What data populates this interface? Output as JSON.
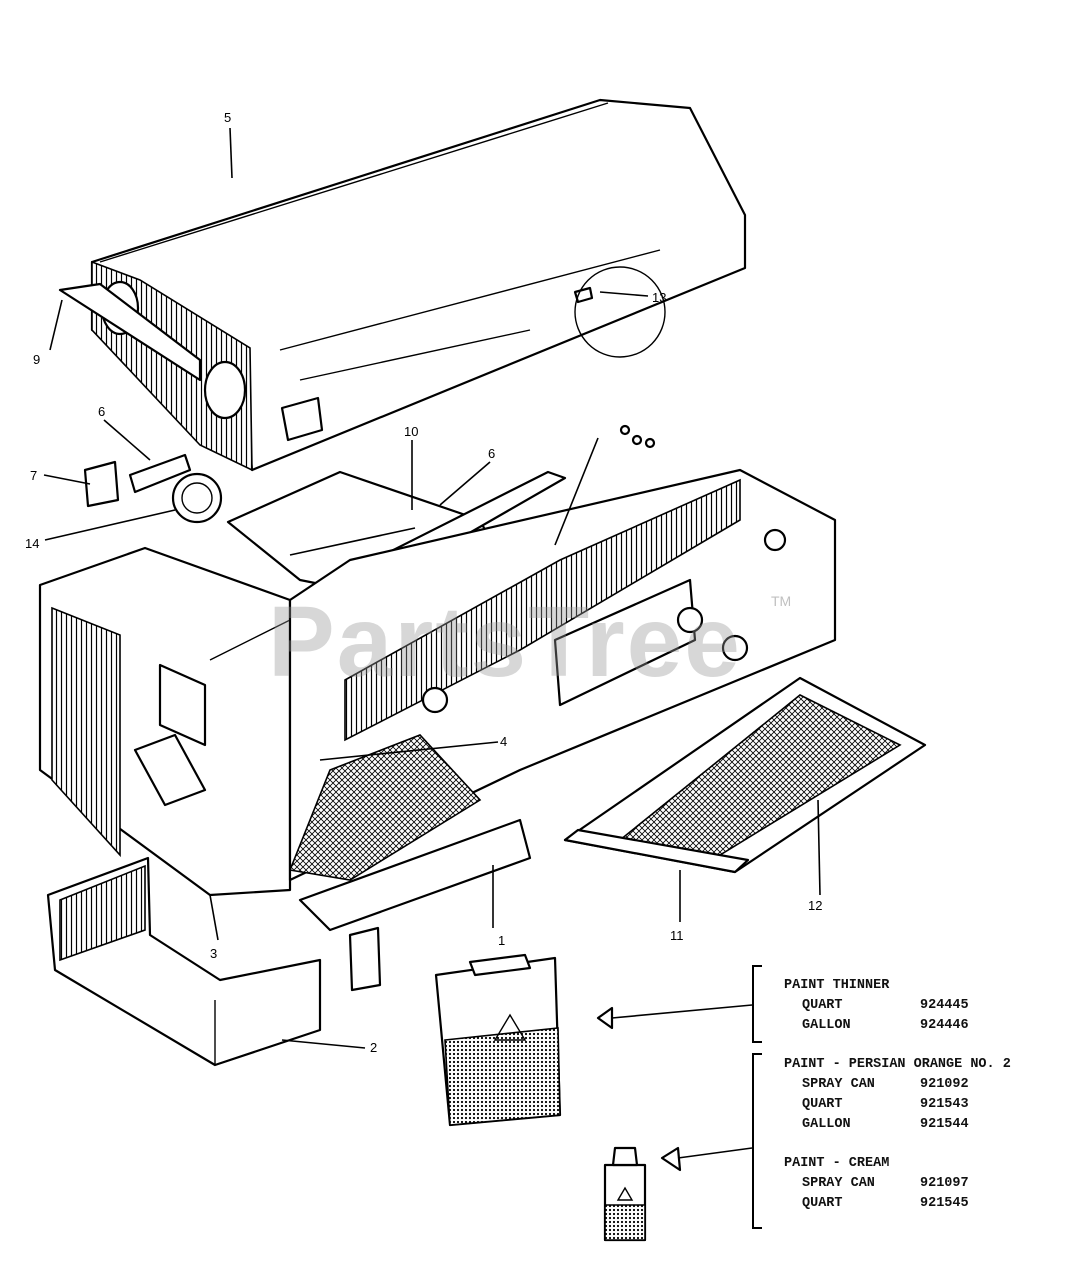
{
  "callouts": {
    "c1": "1",
    "c2": "2",
    "c3": "3",
    "c4": "4",
    "c5": "5",
    "c6a": "6",
    "c6b": "6",
    "c7": "7",
    "c9": "9",
    "c10": "10",
    "c11": "11",
    "c12": "12",
    "c13": "13",
    "c14": "14"
  },
  "watermark": {
    "text": "PartsTree",
    "tm": "TM"
  },
  "paint_thinner": {
    "title": "PAINT THINNER",
    "items": [
      {
        "name": "QUART",
        "number": "924445"
      },
      {
        "name": "GALLON",
        "number": "924446"
      }
    ]
  },
  "paint_orange": {
    "title": "PAINT - PERSIAN ORANGE NO. 2",
    "items": [
      {
        "name": "SPRAY CAN",
        "number": "921092"
      },
      {
        "name": "QUART",
        "number": "921543"
      },
      {
        "name": "GALLON",
        "number": "921544"
      }
    ]
  },
  "paint_cream": {
    "title": "PAINT - CREAM",
    "items": [
      {
        "name": "SPRAY CAN",
        "number": "921097"
      },
      {
        "name": "QUART",
        "number": "921545"
      }
    ]
  }
}
